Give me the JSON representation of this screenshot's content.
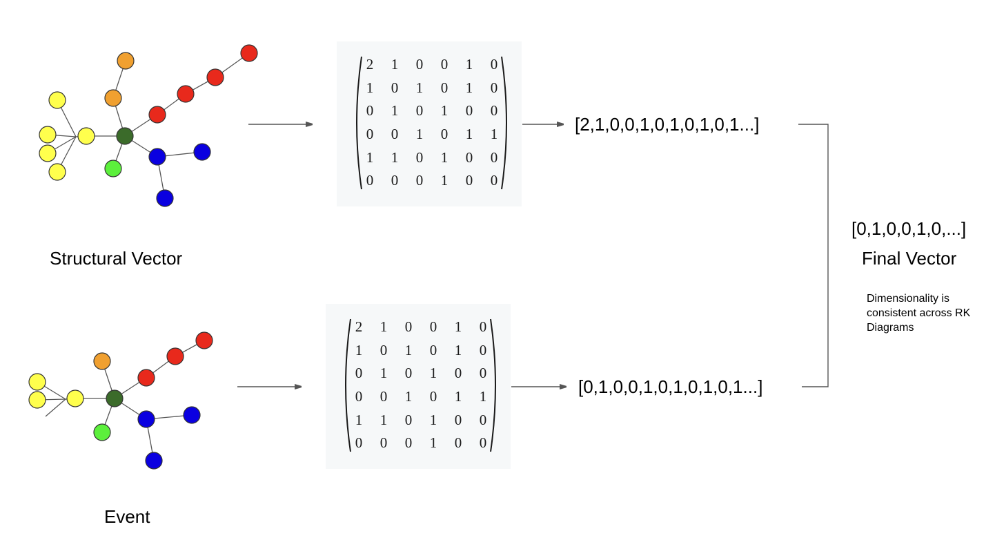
{
  "labels": {
    "structural": "Structural Vector",
    "event": "Event",
    "final": "Final Vector",
    "note": "Dimensionality is consistent across RK Diagrams"
  },
  "vectors": {
    "structural": "[2,1,0,0,1,0,1,0,1,0,1...]",
    "event": "[0,1,0,0,1,0,1,0,1,0,1...]",
    "final": "[0,1,0,0,1,0,...]"
  },
  "matrices": {
    "structural": [
      [
        "2",
        "1",
        "0",
        "0",
        "1",
        "0"
      ],
      [
        "1",
        "0",
        "1",
        "0",
        "1",
        "0"
      ],
      [
        "0",
        "1",
        "0",
        "1",
        "0",
        "0"
      ],
      [
        "0",
        "0",
        "1",
        "0",
        "1",
        "1"
      ],
      [
        "1",
        "1",
        "0",
        "1",
        "0",
        "0"
      ],
      [
        "0",
        "0",
        "0",
        "1",
        "0",
        "0"
      ]
    ],
    "event": [
      [
        "2",
        "1",
        "0",
        "0",
        "1",
        "0"
      ],
      [
        "1",
        "0",
        "1",
        "0",
        "1",
        "0"
      ],
      [
        "0",
        "1",
        "0",
        "1",
        "0",
        "0"
      ],
      [
        "0",
        "0",
        "1",
        "0",
        "1",
        "1"
      ],
      [
        "1",
        "1",
        "0",
        "1",
        "0",
        "0"
      ],
      [
        "0",
        "0",
        "0",
        "1",
        "0",
        "0"
      ]
    ]
  },
  "colors": {
    "yellow": "#ffff4d",
    "orange": "#f0a030",
    "red": "#e8291c",
    "dark_green": "#3b6b2a",
    "light_green": "#5cf03c",
    "blue": "#0a00e0",
    "edge": "#555555",
    "node_stroke": "#333333",
    "arrow": "#555555"
  }
}
